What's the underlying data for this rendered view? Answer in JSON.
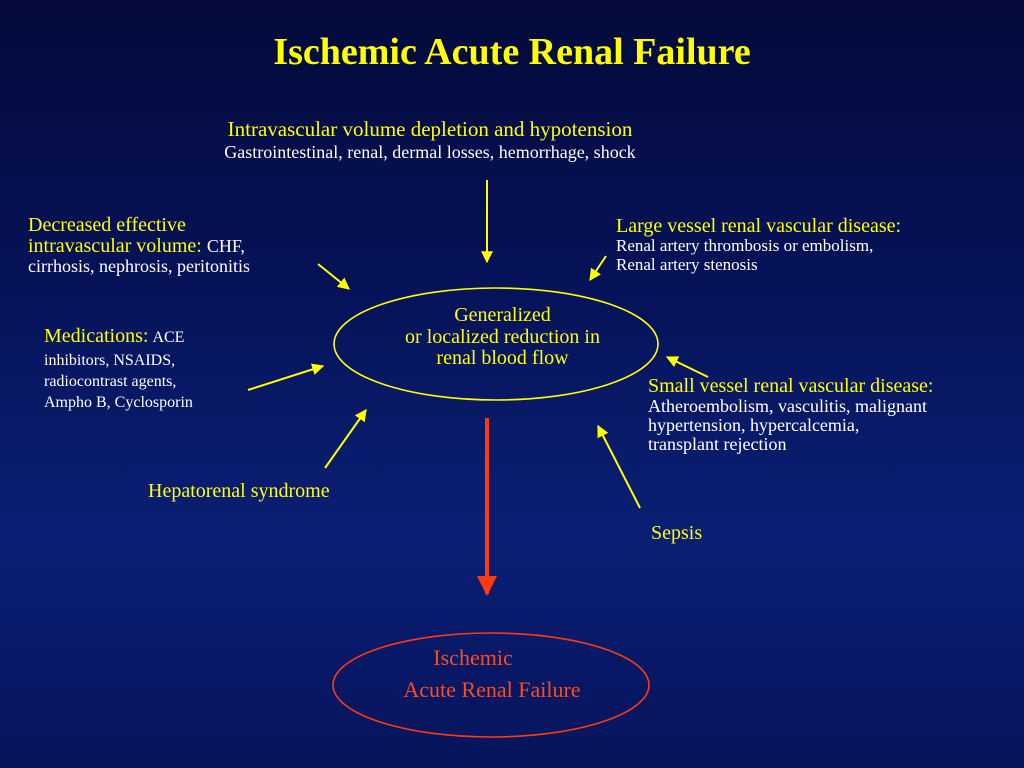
{
  "title": "Ischemic Acute Renal Failure",
  "center_node": {
    "line1": "Generalized",
    "line2": "or localized reduction in",
    "line3": "renal blood flow"
  },
  "outcome_node": {
    "line1": "Ischemic",
    "line2": "Acute Renal Failure"
  },
  "causes": {
    "intravascular": {
      "heading": "Intravascular volume depletion and hypotension",
      "detail": "Gastrointestinal, renal, dermal losses, hemorrhage, shock"
    },
    "decreased_effective": {
      "heading_line1": "Decreased effective",
      "heading_line2": "intravascular volume:",
      "detail_line2": "CHF,",
      "detail_line3": "cirrhosis, nephrosis, peritonitis"
    },
    "large_vessel": {
      "heading": "Large vessel renal vascular disease:",
      "detail_line1": "Renal artery thrombosis or embolism,",
      "detail_line2": "Renal artery stenosis"
    },
    "medications": {
      "heading": "Medications:",
      "detail_line1": "ACE",
      "detail_line2": "inhibitors, NSAIDS,",
      "detail_line3": "radiocontrast agents,",
      "detail_line4": "Ampho B, Cyclosporin"
    },
    "small_vessel": {
      "heading": "Small vessel renal vascular disease:",
      "detail_line1": "Atheroembolism, vasculitis, malignant",
      "detail_line2": "hypertension, hypercalcemia,",
      "detail_line3": "transplant rejection"
    },
    "hepatorenal": "Hepatorenal syndrome",
    "sepsis": "Sepsis"
  },
  "colors": {
    "background_top": "#040a3a",
    "background_bottom": "#0a1f74",
    "heading_text": "#ffff00",
    "detail_text": "#ffffff",
    "cause_arrow": "#ffff00",
    "outcome_arrow": "#ff3a10",
    "outcome_text": "#ff4a1a"
  }
}
